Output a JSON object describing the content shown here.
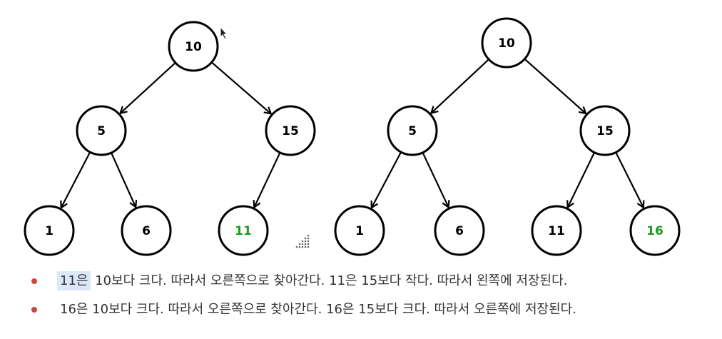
{
  "colors": {
    "highlight_node_text": "#1e9b1e",
    "node_text": "#000000",
    "bullet": "#d0453c",
    "selection": "#dce8f8"
  },
  "trees": [
    {
      "nodes": [
        {
          "id": "l10",
          "label": "10",
          "highlight": false
        },
        {
          "id": "l5",
          "label": "5",
          "highlight": false
        },
        {
          "id": "l15",
          "label": "15",
          "highlight": false
        },
        {
          "id": "l1",
          "label": "1",
          "highlight": false
        },
        {
          "id": "l6",
          "label": "6",
          "highlight": false
        },
        {
          "id": "l11",
          "label": "11",
          "highlight": true
        }
      ],
      "edges": [
        [
          "l10",
          "l5"
        ],
        [
          "l10",
          "l15"
        ],
        [
          "l5",
          "l1"
        ],
        [
          "l5",
          "l6"
        ],
        [
          "l15",
          "l11"
        ]
      ]
    },
    {
      "nodes": [
        {
          "id": "r10",
          "label": "10",
          "highlight": false
        },
        {
          "id": "r5",
          "label": "5",
          "highlight": false
        },
        {
          "id": "r15",
          "label": "15",
          "highlight": false
        },
        {
          "id": "r1",
          "label": "1",
          "highlight": false
        },
        {
          "id": "r6",
          "label": "6",
          "highlight": false
        },
        {
          "id": "r11",
          "label": "11",
          "highlight": false
        },
        {
          "id": "r16",
          "label": "16",
          "highlight": true
        }
      ],
      "edges": [
        [
          "r10",
          "r5"
        ],
        [
          "r10",
          "r15"
        ],
        [
          "r5",
          "r1"
        ],
        [
          "r5",
          "r6"
        ],
        [
          "r15",
          "r11"
        ],
        [
          "r15",
          "r16"
        ]
      ]
    }
  ],
  "notes": [
    {
      "highlight": "11은",
      "rest": " 10보다 크다. 따라서 오른쪽으로 찾아간다. 11은 15보다 작다. 따라서 왼쪽에 저장된다."
    },
    {
      "highlight": "",
      "rest": "16은 10보다 크다. 따라서 오른쪽으로 찾아간다. 16은 15보다 크다. 따라서 오른쪽에 저장된다."
    }
  ]
}
